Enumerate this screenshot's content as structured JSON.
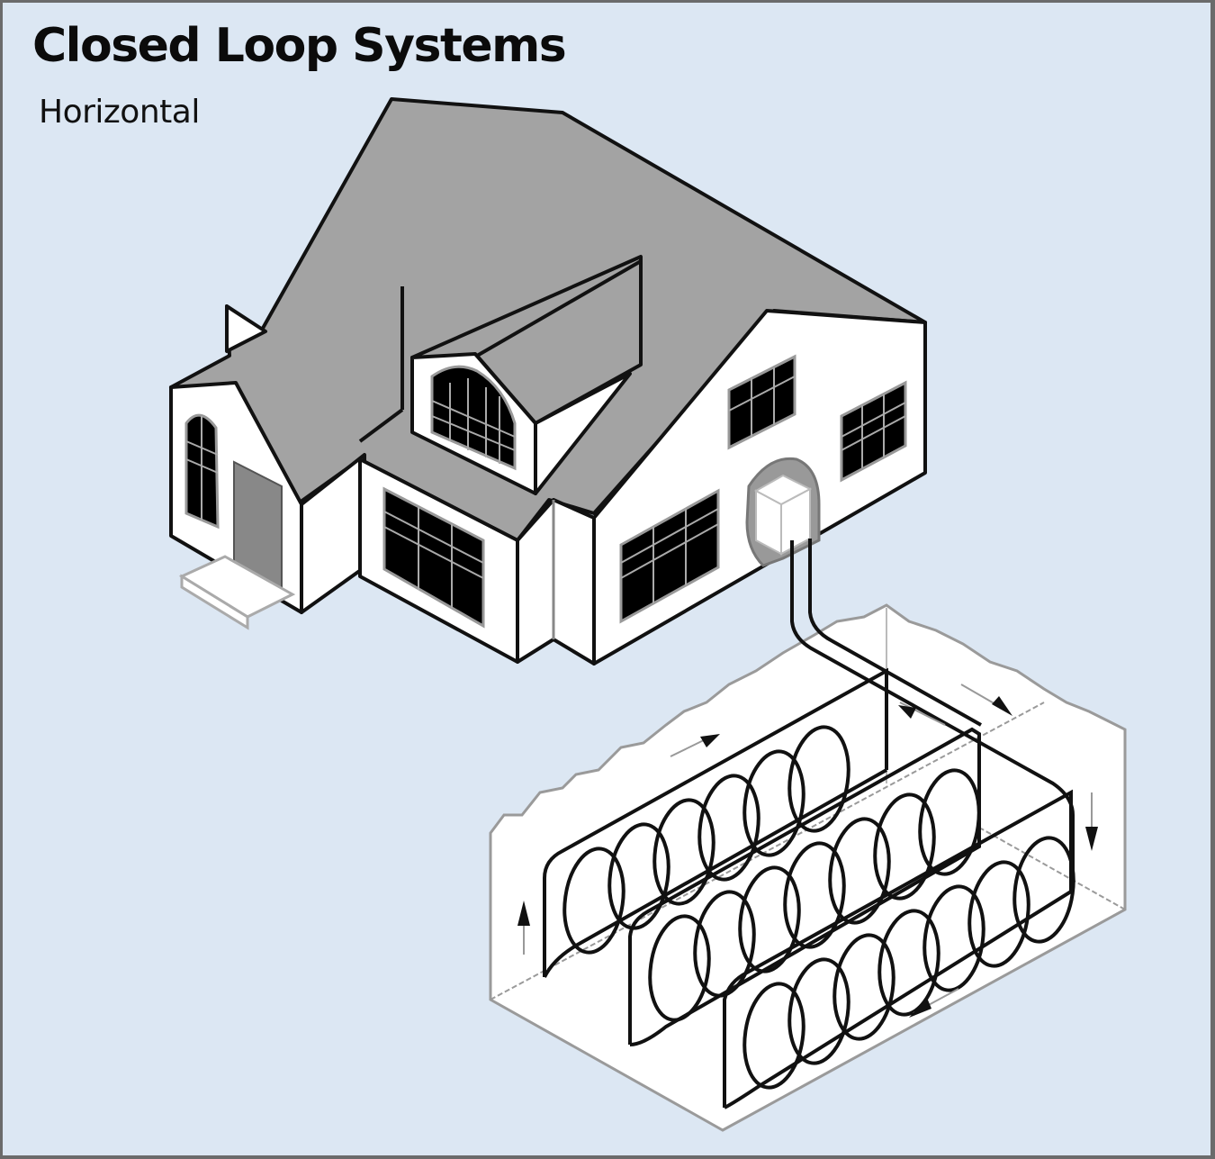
{
  "diagram": {
    "title": "Closed Loop Systems",
    "subtitle": "Horizontal",
    "subject": "house with ground-source heat pump",
    "loop_type": "horizontal slinky coils",
    "coil_rows": 3,
    "flow_arrows": [
      "up-left",
      "down-right",
      "down",
      "down-left",
      "up"
    ],
    "colors": {
      "background": "#dce7f3",
      "border": "#6b6b6b",
      "roof": "#a3a3a3",
      "wall": "#ffffff",
      "window": "#000000",
      "door": "#888888",
      "outline": "#111111",
      "trench": "#ffffff",
      "trench_edge": "#9a9a9a"
    }
  }
}
